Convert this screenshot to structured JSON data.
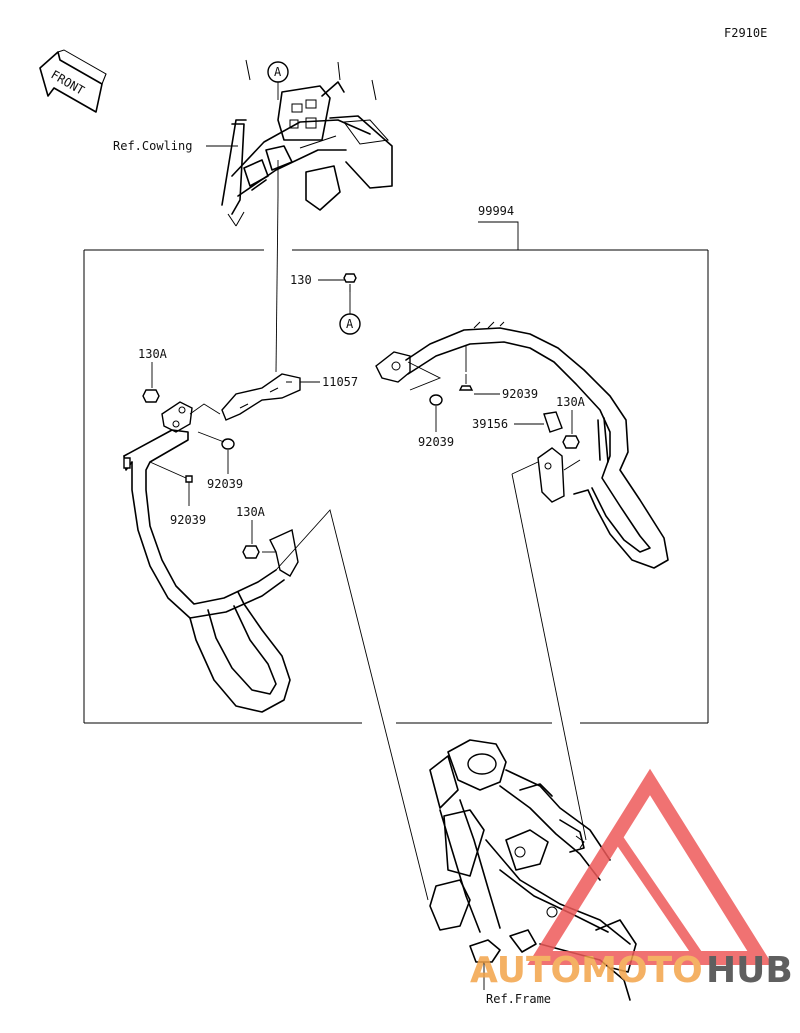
{
  "figure_code": "F2910E",
  "front_label": "FRONT",
  "ref_labels": {
    "cowling": "Ref.Cowling",
    "frame": "Ref.Frame"
  },
  "callouts": {
    "assembly": "99994",
    "bolt_top": "130",
    "ref_a_top": "A",
    "ref_a_mid": "A",
    "bolt_left_upper": "130A",
    "bracket": "11057",
    "grommet_left_a": "92039",
    "grommet_left_b": "92039",
    "bolt_left_lower": "130A",
    "grommet_right_a": "92039",
    "grommet_right_b": "92039",
    "pad": "39156",
    "bolt_right": "130A"
  },
  "watermark": {
    "part1": "AUTOMOTO",
    "part2": "HUB",
    "color_primary": "#f3a44a",
    "color_secondary": "#444444",
    "triangle_color": "#ee5a5a"
  }
}
